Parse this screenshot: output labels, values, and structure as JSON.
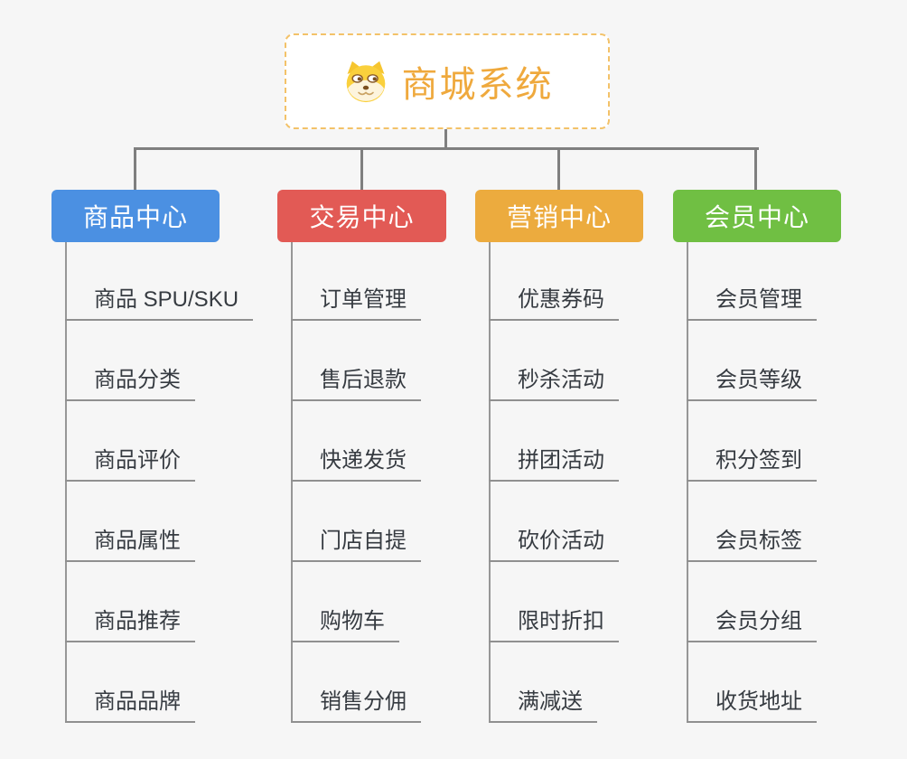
{
  "page": {
    "background_color": "#f6f6f6"
  },
  "root": {
    "title": "商城系统",
    "icon": "shiba-dog-icon",
    "text_color": "#efa93d",
    "border_color": "#f3c269",
    "fill_color": "#ffffff"
  },
  "connectors": {
    "root_rail_color": "#7f7f7f",
    "trunk_underline_color": "#979797"
  },
  "branches": [
    {
      "label": "商品中心",
      "color": "#4b90e2",
      "items": [
        "商品 SPU/SKU",
        "商品分类",
        "商品评价",
        "商品属性",
        "商品推荐",
        "商品品牌"
      ]
    },
    {
      "label": "交易中心",
      "color": "#e25a55",
      "items": [
        "订单管理",
        "售后退款",
        "快递发货",
        "门店自提",
        "购物车",
        "销售分佣"
      ]
    },
    {
      "label": "营销中心",
      "color": "#ecab3e",
      "items": [
        "优惠券码",
        "秒杀活动",
        "拼团活动",
        "砍价活动",
        "限时折扣",
        "满减送"
      ]
    },
    {
      "label": "会员中心",
      "color": "#70bf43",
      "items": [
        "会员管理",
        "会员等级",
        "积分签到",
        "会员标签",
        "会员分组",
        "收货地址"
      ]
    }
  ]
}
